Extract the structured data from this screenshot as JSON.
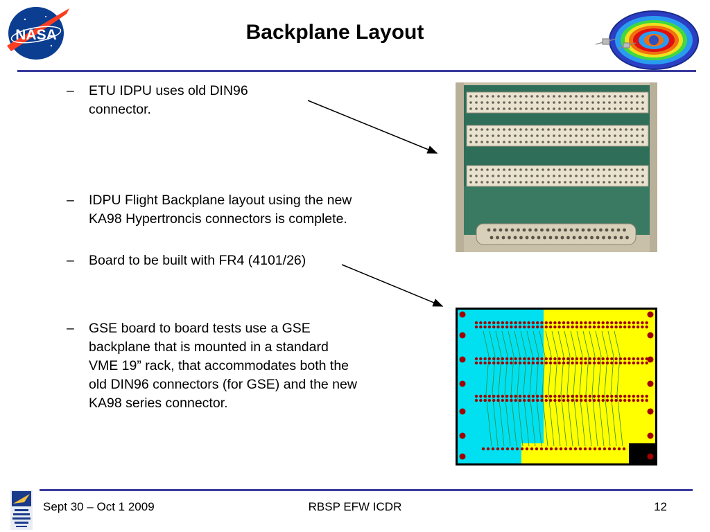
{
  "header": {
    "title": "Backplane Layout",
    "nasa_logo_text": "NASA",
    "nasa_logo_icon": "nasa-meatball-icon",
    "belts_icon": "radiation-belts-icon"
  },
  "bullets": [
    {
      "marker": "–",
      "text": "ETU IDPU uses old DIN96 connector."
    },
    {
      "marker": "–",
      "text": "IDPU Flight Backplane layout using the new KA98 Hypertroncis connectors is complete."
    },
    {
      "marker": "–",
      "text": "Board to be built with FR4 (4101/26)"
    },
    {
      "marker": "–",
      "text": "GSE board to board tests use a GSE backplane that is mounted in a standard VME 19” rack, that accommodates both the old DIN96 connectors (for GSE) and the new KA98 series connector."
    }
  ],
  "images": {
    "photo": "backplane-photo",
    "layout": "backplane-pcb-layout"
  },
  "footer": {
    "date": "Sept 30 – Oct 1 2009",
    "center": "RBSP EFW ICDR",
    "page": "12",
    "logo_icon": "space-sciences-lab-logo-icon"
  },
  "colors": {
    "rule": "#3b3b9e",
    "pcb_cyan": "#00e0f0",
    "pcb_yellow": "#ffff00",
    "pcb_pad": "#a00000"
  }
}
